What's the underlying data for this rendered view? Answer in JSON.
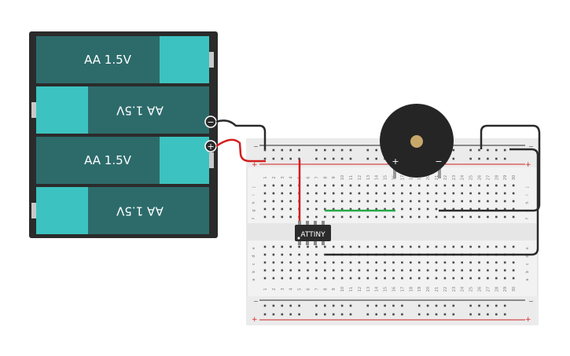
{
  "battery_pack": {
    "cells": [
      {
        "label": "AA 1.5V",
        "orientation": "normal"
      },
      {
        "label": "AA 1.5V",
        "orientation": "flipped"
      },
      {
        "label": "AA 1.5V",
        "orientation": "normal"
      },
      {
        "label": "AA 1.5V",
        "orientation": "flipped"
      }
    ],
    "terminal_negative": "−",
    "terminal_positive": "+"
  },
  "breadboard": {
    "columns": 30,
    "row_letters_top": [
      "j",
      "i",
      "h",
      "g",
      "f"
    ],
    "row_letters_bottom": [
      "e",
      "d",
      "c",
      "b",
      "a"
    ],
    "rail_minus": "−",
    "rail_plus": "+"
  },
  "chip": {
    "label": "ATTINY"
  },
  "buzzer": {
    "plus_symbol": "+",
    "minus_symbol": "−"
  },
  "colors": {
    "battery_dark": "#2d6b6b",
    "battery_light": "#3cc2c0",
    "wire_red": "#d21f1f",
    "wire_black": "#2a2a2a",
    "wire_green": "#2aa84a",
    "board": "#f2f2f2"
  }
}
